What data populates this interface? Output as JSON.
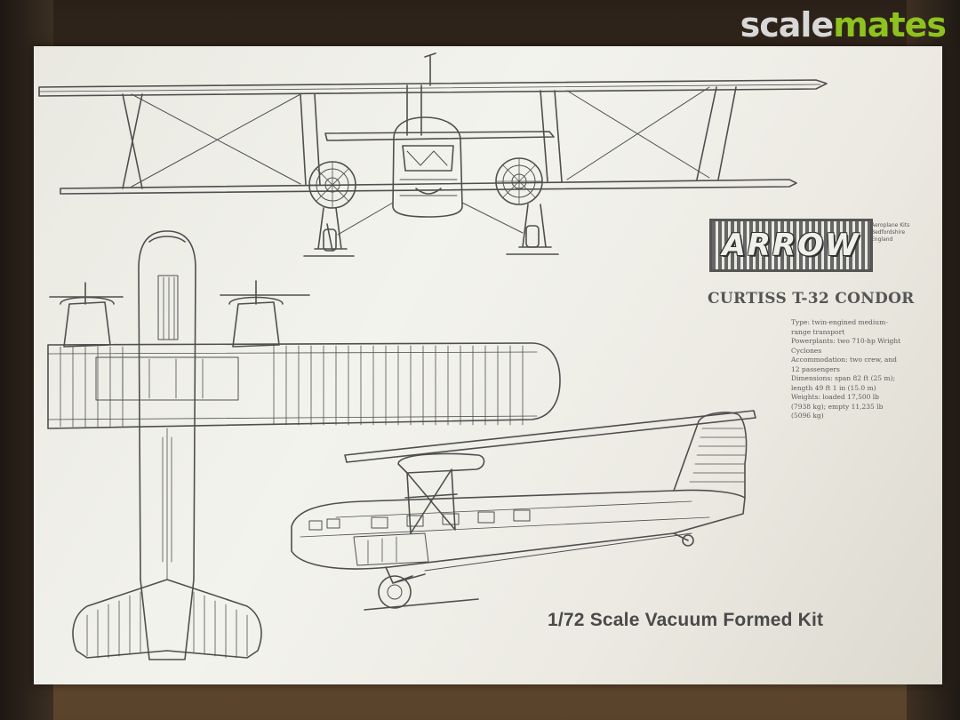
{
  "watermark": {
    "part1": "scale",
    "part2": "mates"
  },
  "logo": {
    "word": "ARROW",
    "small_text": "Aeroplane Kits Bedfordshire England"
  },
  "sheet": {
    "title": "CURTISS T-32 CONDOR",
    "specs": [
      "Type: twin-engined medium-",
      "range transport",
      "Powerplants: two 710-hp Wright",
      "Cyclones",
      "Accommodation: two crew, and",
      "12 passengers",
      "Dimensions: span 82 ft (25 m);",
      "length 49 ft 1 in (15.0 m)",
      "Weights: loaded 17,500 lb",
      "(7938 kg); empty 11,235 lb",
      "(5096 kg)"
    ],
    "scale_label": "1/72 Scale Vacuum Formed Kit"
  },
  "colors": {
    "sheet": "#efeee8",
    "ink": "#555555",
    "watermark_green": "#8ec21f",
    "watermark_grey": "#d8d8d8",
    "background": "#4a3826"
  }
}
